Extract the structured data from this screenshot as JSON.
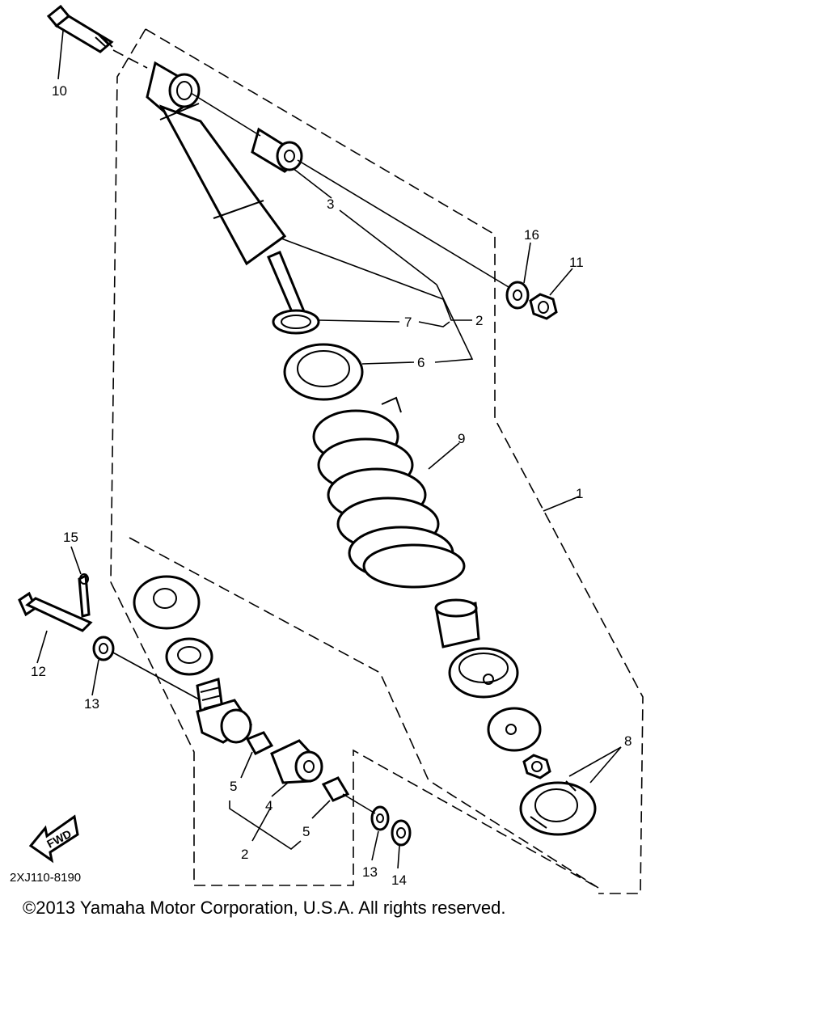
{
  "labels": {
    "p1": "1",
    "p2a": "2",
    "p2b": "2",
    "p3": "3",
    "p4": "4",
    "p5a": "5",
    "p5b": "5",
    "p6": "6",
    "p7": "7",
    "p8": "8",
    "p9": "9",
    "p10": "10",
    "p11": "11",
    "p12": "12",
    "p13a": "13",
    "p13b": "13",
    "p14": "14",
    "p15": "15",
    "p16": "16"
  },
  "fwd_label": "FWD",
  "diagram_code": "2XJ110-8190",
  "copyright": "©2013 Yamaha Motor Corporation, U.S.A. All rights reserved."
}
